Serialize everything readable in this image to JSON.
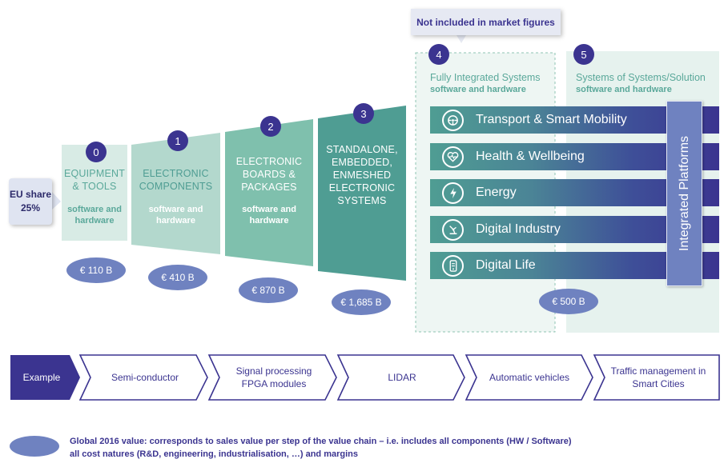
{
  "eu_share": {
    "label": "EU share",
    "value": "25%"
  },
  "callout": "Not included in market figures",
  "stages": [
    {
      "number": "0",
      "title": "EQUIPMENT & TOOLS",
      "subtitle": "software and hardware",
      "value": "€ 110 B"
    },
    {
      "number": "1",
      "title": "ELECTRONIC COMPONENTS",
      "subtitle": "software and hardware",
      "value": "€ 410 B"
    },
    {
      "number": "2",
      "title": "ELECTRONIC BOARDS & PACKAGES",
      "subtitle": "software and hardware",
      "value": "€ 870 B"
    },
    {
      "number": "3",
      "title": "STANDALONE, EMBEDDED, ENMESHED ELECTRONIC SYSTEMS",
      "subtitle": "",
      "value": "€ 1,685 B"
    }
  ],
  "panel4": {
    "number": "4",
    "title": "Fully Integrated Systems",
    "subtitle": "software and hardware",
    "value": "€ 500 B"
  },
  "panel5": {
    "number": "5",
    "title": "Systems of Systems/Solution",
    "subtitle": "software and hardware"
  },
  "domains": [
    {
      "label": "Transport & Smart Mobility",
      "icon": "car-icon"
    },
    {
      "label": "Health & Wellbeing",
      "icon": "heart-icon"
    },
    {
      "label": "Energy",
      "icon": "lightning-icon"
    },
    {
      "label": "Digital Industry",
      "icon": "industry-icon"
    },
    {
      "label": "Digital Life",
      "icon": "digital-life-icon"
    }
  ],
  "platform_label": "Integrated Platforms",
  "example_chain": [
    "Example",
    "Semi-conductor",
    "Signal processing FPGA modules",
    "LIDAR",
    "Automatic vehicles",
    "Traffic management in Smart Cities"
  ],
  "legend": "Global 2016 value: corresponds to sales value per step of the value chain – i.e. includes all components (HW / Software) all cost natures (R&D, engineering, industrialisation, …) and margins",
  "colors": {
    "navy": "#3b3490",
    "teal": "#4f9d93",
    "ellipse": "#6f82c0",
    "light_teal": "#d8ebe5"
  }
}
